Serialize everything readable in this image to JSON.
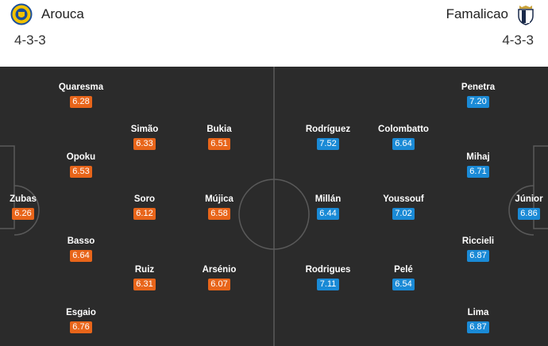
{
  "home": {
    "name": "Arouca",
    "formation": "4-3-3",
    "crest_icon": "arouca-crest-icon",
    "rating_color": "#e8651a",
    "players": [
      {
        "name": "Zubas",
        "rating": "6.26",
        "col": 0,
        "row": 2
      },
      {
        "name": "Quaresma",
        "rating": "6.28",
        "col": 1,
        "row": 0
      },
      {
        "name": "Opoku",
        "rating": "6.53",
        "col": 1,
        "row": 1
      },
      {
        "name": "Basso",
        "rating": "6.64",
        "col": 1,
        "row": 3
      },
      {
        "name": "Esgaio",
        "rating": "6.76",
        "col": 1,
        "row": 4
      },
      {
        "name": "Simão",
        "rating": "6.33",
        "col": 2,
        "row": 0
      },
      {
        "name": "Soro",
        "rating": "6.12",
        "col": 2,
        "row": 1
      },
      {
        "name": "Ruiz",
        "rating": "6.31",
        "col": 2,
        "row": 2
      },
      {
        "name": "Bukia",
        "rating": "6.51",
        "col": 3,
        "row": 0
      },
      {
        "name": "Mújica",
        "rating": "6.58",
        "col": 3,
        "row": 1
      },
      {
        "name": "Arsénio",
        "rating": "6.07",
        "col": 3,
        "row": 2
      }
    ]
  },
  "away": {
    "name": "Famalicao",
    "formation": "4-3-3",
    "crest_icon": "famalicao-crest-icon",
    "rating_color": "#1a8ad6",
    "players": [
      {
        "name": "Rodríguez",
        "rating": "7.52",
        "col": 0,
        "row": 0
      },
      {
        "name": "Millán",
        "rating": "6.44",
        "col": 0,
        "row": 1
      },
      {
        "name": "Rodrigues",
        "rating": "7.11",
        "col": 0,
        "row": 2
      },
      {
        "name": "Colombatto",
        "rating": "6.64",
        "col": 1,
        "row": 0
      },
      {
        "name": "Youssouf",
        "rating": "7.02",
        "col": 1,
        "row": 1
      },
      {
        "name": "Pelé",
        "rating": "6.54",
        "col": 1,
        "row": 2
      },
      {
        "name": "Penetra",
        "rating": "7.20",
        "col": 2,
        "row": 0
      },
      {
        "name": "Mihaj",
        "rating": "6.71",
        "col": 2,
        "row": 1
      },
      {
        "name": "Riccieli",
        "rating": "6.87",
        "col": 2,
        "row": 3
      },
      {
        "name": "Lima",
        "rating": "6.87",
        "col": 2,
        "row": 4
      },
      {
        "name": "Júnior",
        "rating": "6.86",
        "col": 3,
        "row": 2
      }
    ]
  }
}
